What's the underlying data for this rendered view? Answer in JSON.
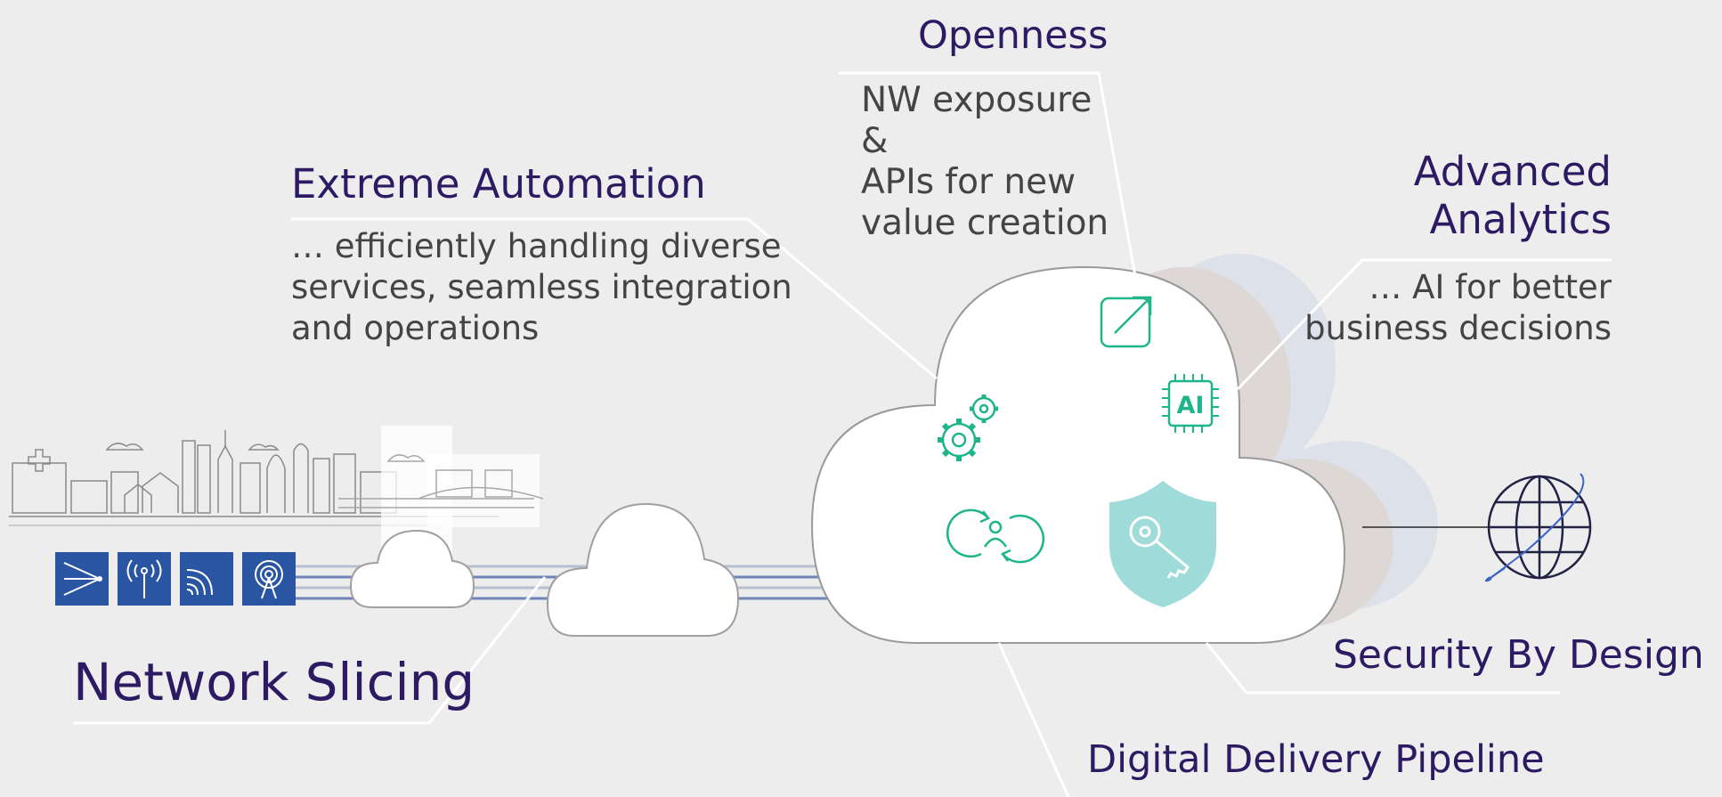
{
  "colors": {
    "background": "#ededed",
    "title": "#2c1a63",
    "body_text": "#444444",
    "icon_green": "#1fb58a",
    "antenna_blue": "#2a55a3",
    "shield_fill": "#9fdcd9"
  },
  "openness": {
    "title": "Openness",
    "lines": [
      "NW exposure",
      "&",
      "APIs for new",
      "value creation"
    ]
  },
  "extreme_automation": {
    "title": "Extreme Automation",
    "lines": [
      "… efficiently handling diverse",
      "services, seamless integration",
      "and operations"
    ]
  },
  "advanced_analytics": {
    "title_lines": [
      "Advanced",
      "Analytics"
    ],
    "lines": [
      "… AI for better",
      "business decisions"
    ]
  },
  "network_slicing": {
    "title": "Network Slicing"
  },
  "security_by_design": {
    "title": "Security By Design"
  },
  "digital_delivery_pipeline": {
    "title": "Digital Delivery Pipeline"
  },
  "icons": {
    "antennas": [
      "beam-antenna-icon",
      "radio-tower-icon",
      "wifi-signal-icon",
      "broadcast-antenna-icon"
    ],
    "cloud_icons": [
      "external-link-icon",
      "gears-icon",
      "ai-chip-icon",
      "sync-user-icon",
      "shield-key-icon"
    ],
    "globe": "globe-icon",
    "ai_chip_label": "AI"
  }
}
